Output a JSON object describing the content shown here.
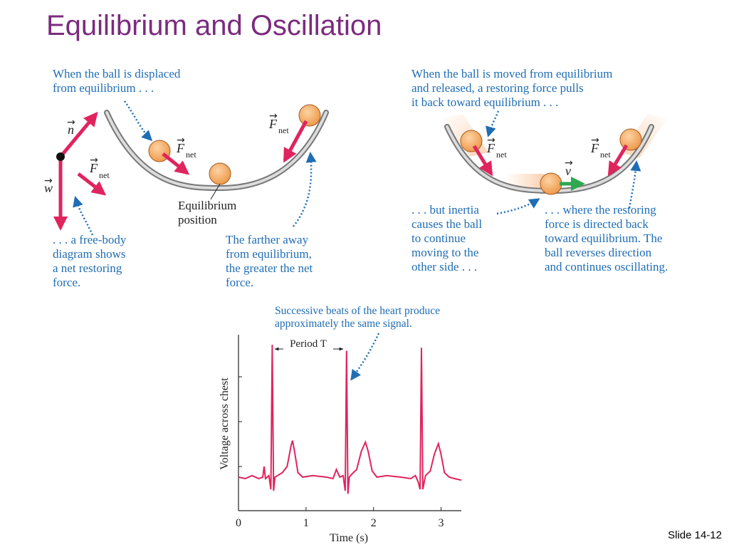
{
  "title": "Equilibrium and Oscillation",
  "slide_number": "Slide 14-12",
  "labels": {
    "vec_n": "n",
    "vec_w": "w",
    "vec_F": "F",
    "vec_net": "net",
    "vec_v": "v",
    "equilibrium_line1": "Equilibrium",
    "equilibrium_line2": "position",
    "period_label": "Period T"
  },
  "captions": {
    "displaced": [
      "When the ball is displaced",
      "from equilibrium . . ."
    ],
    "free_body": [
      ". . . a free-body",
      "diagram shows",
      "a net restoring",
      "force."
    ],
    "farther": [
      "The farther away",
      "from equilibrium,",
      "the greater the net",
      "force."
    ],
    "released": [
      "When the ball is moved from equilibrium",
      "and released, a restoring force pulls",
      "it back toward equilibrium . . ."
    ],
    "inertia": [
      ". . . but inertia",
      "causes the ball",
      "to continue",
      "moving to the",
      "other side . . ."
    ],
    "where": [
      ". . . where the restoring",
      "force is directed back",
      "toward equilibrium. The",
      "ball reverses direction",
      "and continues oscillating."
    ],
    "beats": [
      "Successive beats of the heart produce",
      "approximately the same signal."
    ]
  },
  "colors": {
    "title": "#7b2b7e",
    "caption": "#1f6db4",
    "arrow": "#e0245e",
    "velocity": "#2fa84f",
    "ball": "#f5a55c",
    "signal": "#e0245e"
  },
  "chart_data": {
    "type": "line",
    "title": "",
    "xlabel": "Time (s)",
    "ylabel": "Voltage across chest",
    "xlim": [
      0,
      3.3
    ],
    "x_ticks": [
      0,
      1,
      2,
      3
    ],
    "annotation": "Period T",
    "series": [
      {
        "x": [
          0,
          0.1,
          0.2,
          0.3,
          0.36,
          0.38,
          0.4,
          0.45,
          0.48,
          0.5,
          0.52,
          0.54,
          0.58,
          0.65,
          0.72,
          0.78,
          0.8,
          0.83,
          0.88,
          0.95,
          1.1,
          1.3,
          1.4,
          1.45,
          1.5,
          1.55,
          1.58,
          1.6,
          1.62,
          1.64,
          1.68,
          1.75,
          1.82,
          1.88,
          1.92,
          1.98,
          2.05,
          2.2,
          2.4,
          2.55,
          2.62,
          2.66,
          2.69,
          2.71,
          2.73,
          2.77,
          2.84,
          2.9,
          2.96,
          3.0,
          3.05,
          3.12,
          3.2,
          3.3
        ],
        "y": [
          0.13,
          0.12,
          0.14,
          0.12,
          0.13,
          0.2,
          0.12,
          0.14,
          0.05,
          1.0,
          0.04,
          0.13,
          0.14,
          0.16,
          0.2,
          0.34,
          0.37,
          0.3,
          0.16,
          0.13,
          0.14,
          0.13,
          0.12,
          0.18,
          0.13,
          0.14,
          0.04,
          0.96,
          0.02,
          0.13,
          0.15,
          0.18,
          0.3,
          0.36,
          0.3,
          0.17,
          0.13,
          0.14,
          0.13,
          0.12,
          0.14,
          0.1,
          0.05,
          0.98,
          0.05,
          0.14,
          0.17,
          0.28,
          0.35,
          0.28,
          0.16,
          0.13,
          0.12,
          0.11
        ]
      }
    ]
  }
}
